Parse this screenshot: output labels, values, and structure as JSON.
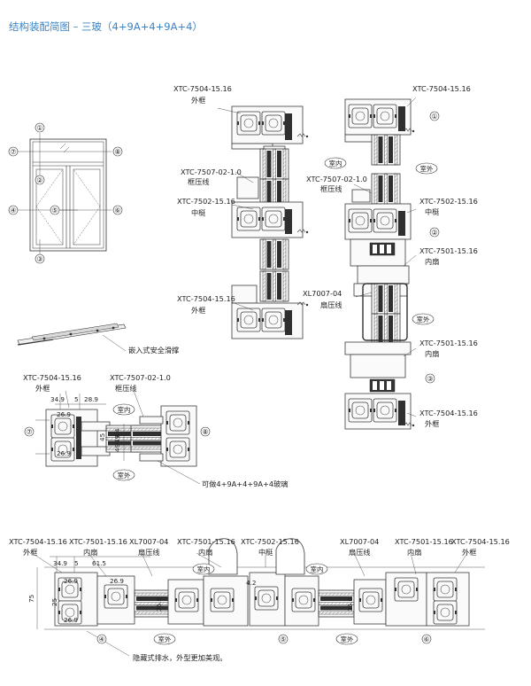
{
  "title": "结构装配简图 – 三玻（4+9A+4+9A+4）",
  "legend": {
    "slide_support": "嵌入式安全滑撑"
  },
  "elevation": {
    "markers": [
      "①",
      "②",
      "③",
      "④",
      "⑤",
      "⑥",
      "⑦",
      "⑧"
    ]
  },
  "section_a": {
    "labels": [
      "XTC-7504-15.16",
      "外框",
      "XTC-7507-02-1.0",
      "框压线",
      "XTC-7502-15.16",
      "中梃",
      "XTC-7504-15.16",
      "外框"
    ]
  },
  "section_b": {
    "labels": [
      "XTC-7504-15.16",
      "①",
      "XTC-7507-02-1.0",
      "框压线",
      "室内",
      "室外",
      "XTC-7502-15.16",
      "中梃",
      "②",
      "XTC-7501-15.16",
      "内扇",
      "XL7007-04",
      "扇压线",
      "室外",
      "XTC-7501-15.16",
      "内扇",
      "③",
      "XTC-7504-15.16",
      "外框"
    ]
  },
  "section_c": {
    "labels": [
      "XTC-7504-15.16",
      "外框",
      "XTC-7507-02-1.0",
      "框压线",
      "室内",
      "室外",
      "⑦",
      "⑧"
    ],
    "dims": [
      "34.9",
      "5",
      "28.9",
      "26.9",
      "26.9",
      "45",
      "49",
      "49",
      "4",
      "4"
    ],
    "note": "可做4+9A+4+9A+4玻璃"
  },
  "section_d": {
    "labels": [
      "XTC-7504-15.16",
      "外框",
      "XTC-7501-15.16",
      "内扇",
      "XL7007-04",
      "扇压线",
      "XTC-7501-15.16",
      "内扇",
      "XTC-7502-15.16",
      "中梃",
      "XL7007-04",
      "扇压线",
      "XTC-7501-15.16",
      "内扇",
      "XTC-7504-15.16",
      "外框"
    ],
    "dims": [
      "34.9",
      "5",
      "61.5",
      "26.9",
      "26.9",
      "26.9",
      "75",
      "25",
      "4.2",
      "36.6",
      "36.6"
    ],
    "zones": [
      "室内",
      "室外",
      "室内",
      "室外"
    ],
    "markers": [
      "④",
      "⑤",
      "⑥"
    ],
    "note": "隐藏式排水，外型更加美观。"
  }
}
